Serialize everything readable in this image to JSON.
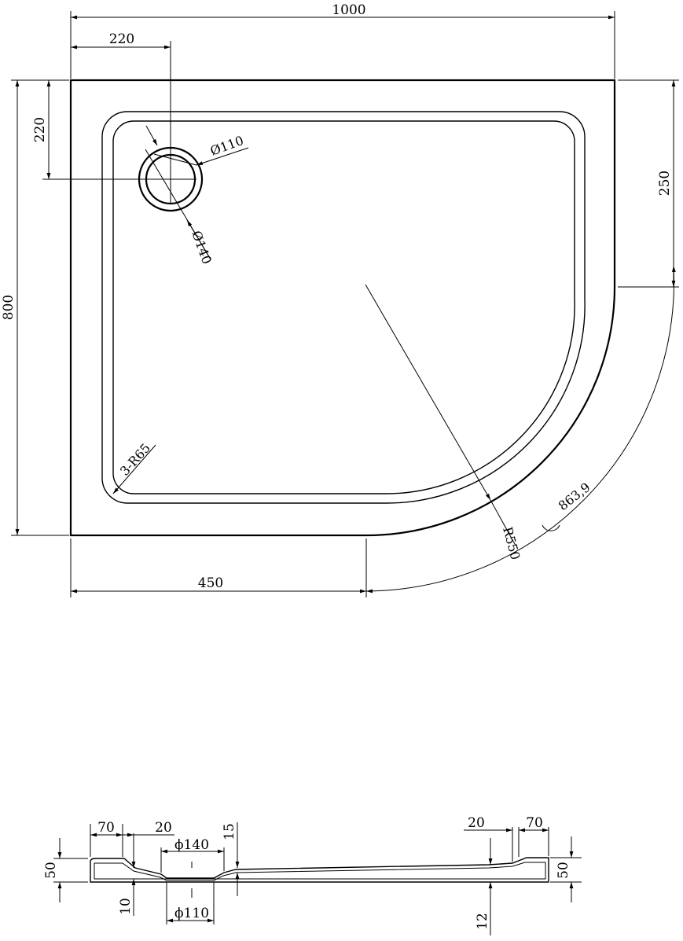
{
  "plan_view": {
    "dims": {
      "width_total": "1000",
      "drain_offset_x": "220",
      "drain_offset_y": "220",
      "depth_total": "800",
      "straight_side": "250",
      "straight_front": "450",
      "drain_inner": "Ø110",
      "drain_outer": "Ø140",
      "corner_radius": "3-R65",
      "curve_radius": "R550",
      "arc_length": "863,9"
    }
  },
  "section_view": {
    "dims": {
      "left_rim": "70",
      "left_slope": "20",
      "drain_outer": "ϕ140",
      "depth_step": "15",
      "right_slope": "20",
      "right_rim": "70",
      "height_left": "50",
      "height_right": "50",
      "floor_thickness": "10",
      "drain_inner": "ϕ110",
      "base_thickness": "12"
    }
  },
  "colors": {
    "ink": "#000000",
    "paper": "#ffffff"
  }
}
